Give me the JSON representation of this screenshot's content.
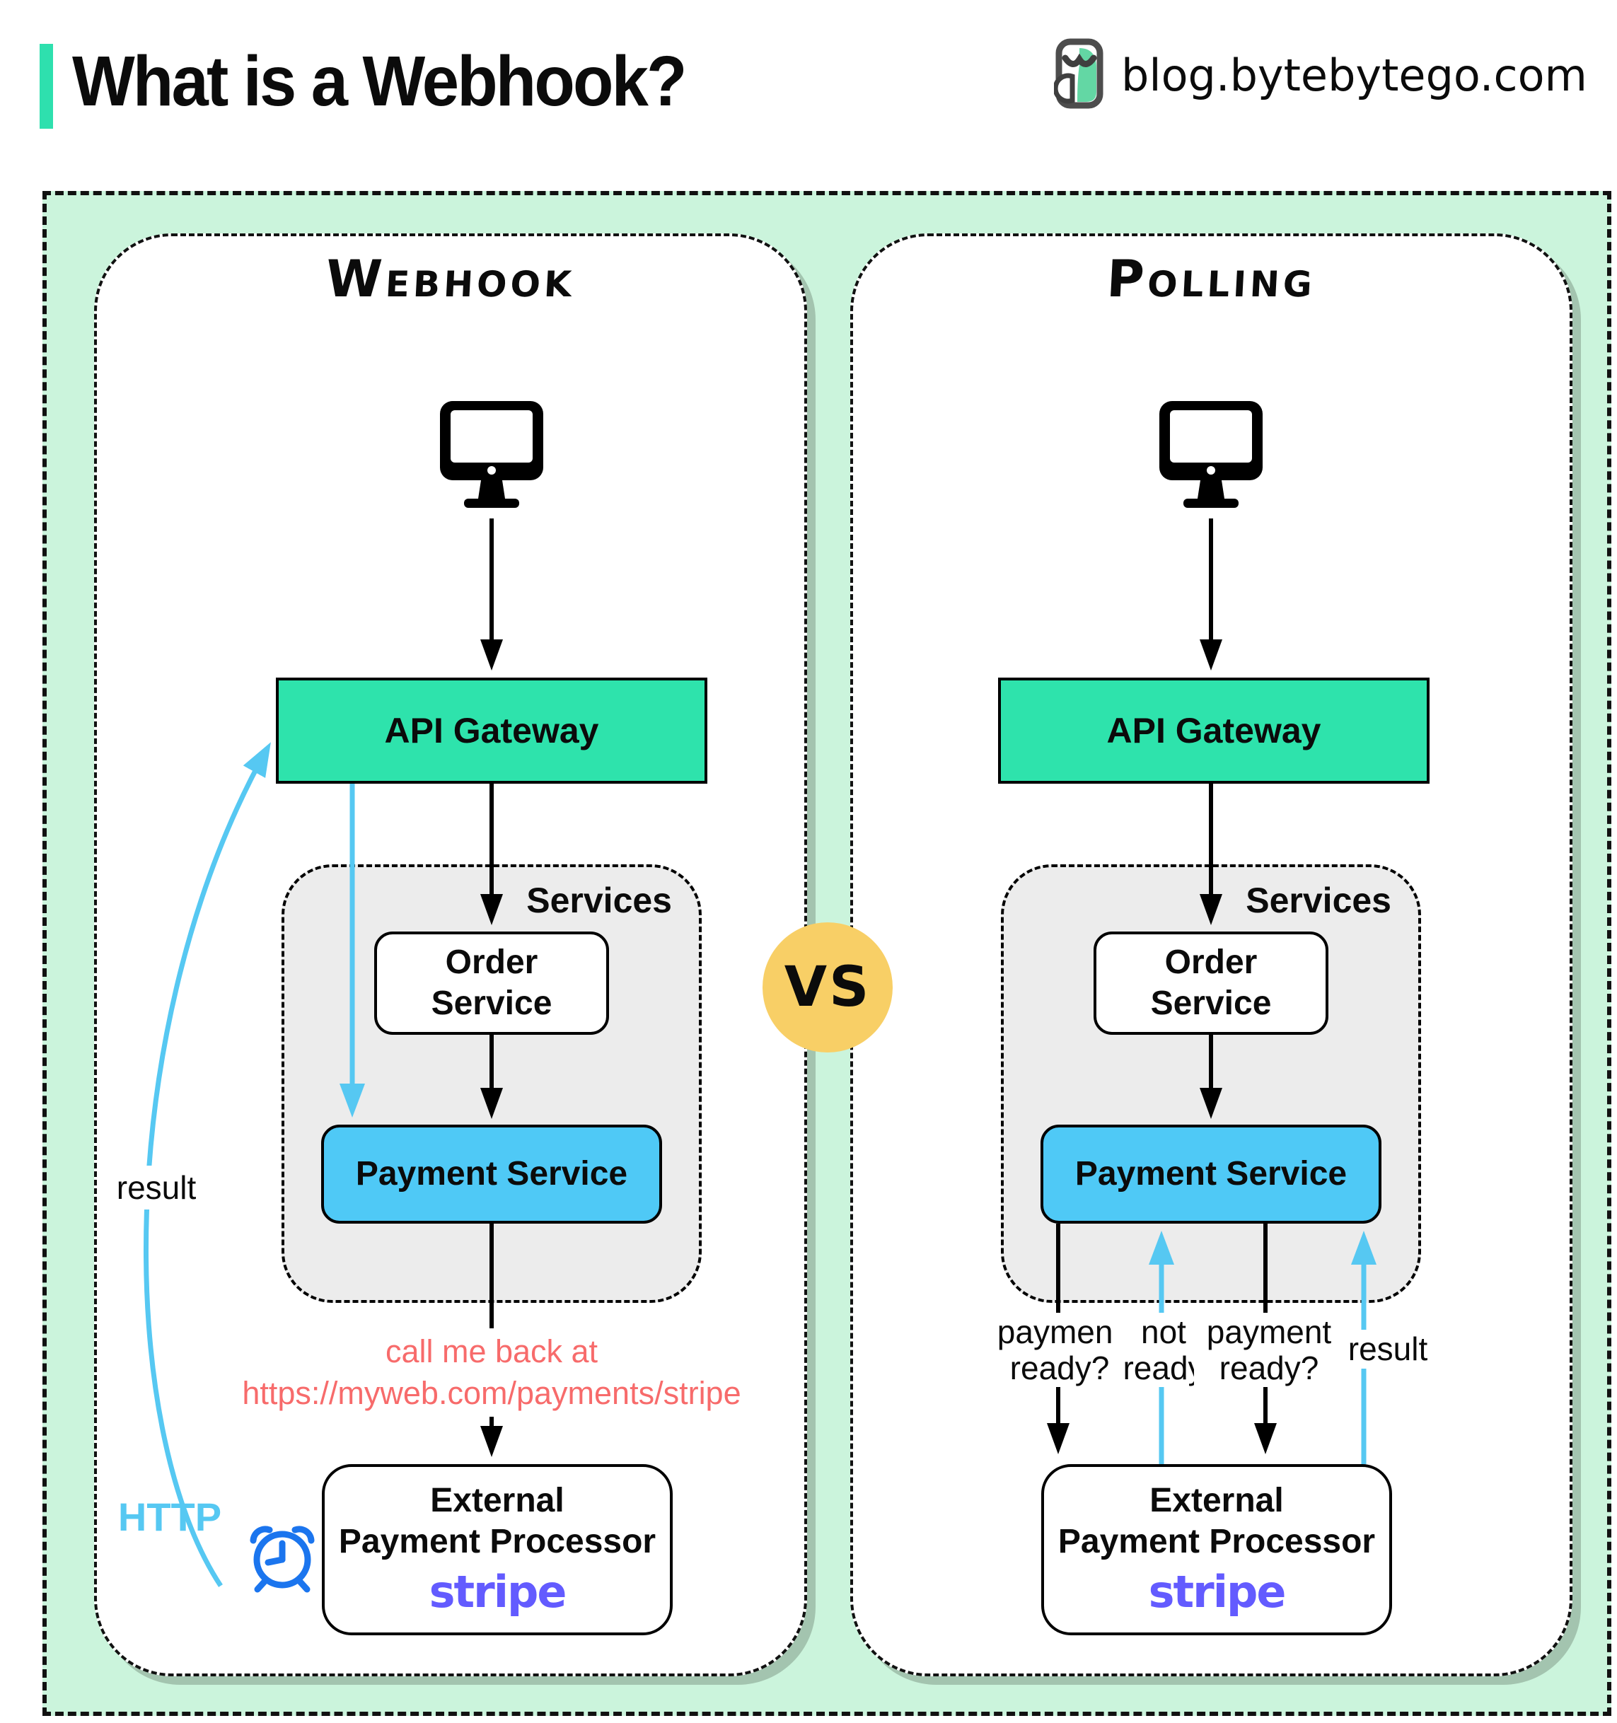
{
  "header": {
    "title": "What is a Webhook?",
    "site": "blog.bytebytego.com",
    "logo_icon": "bytebytego-owl-logo",
    "accent_color": "#2EE0AE"
  },
  "vs_badge": "VS",
  "panels": {
    "webhook": {
      "title": "Webhook",
      "client_icon": "desktop-computer-icon",
      "api_gateway": "API Gateway",
      "services_group": "Services",
      "order_service": {
        "line1": "Order",
        "line2": "Service"
      },
      "payment_service": "Payment Service",
      "external_processor": {
        "line1": "External",
        "line2": "Payment Processor",
        "brand": "stripe"
      },
      "callback_note": {
        "line1": "call me back at",
        "line2": "https://myweb.com/payments/stripe"
      },
      "result_label": "result",
      "http_label": "HTTP",
      "timer_icon": "alarm-clock-icon"
    },
    "polling": {
      "title": "Polling",
      "client_icon": "desktop-computer-icon",
      "api_gateway": "API Gateway",
      "services_group": "Services",
      "order_service": {
        "line1": "Order",
        "line2": "Service"
      },
      "payment_service": "Payment Service",
      "external_processor": {
        "line1": "External",
        "line2": "Payment Processor",
        "brand": "stripe"
      },
      "poll_exchange": {
        "q1": {
          "line1": "payment",
          "line2": "ready?"
        },
        "a1": {
          "line1": "not",
          "line2": "ready"
        },
        "q2": {
          "line1": "payment",
          "line2": "ready?"
        },
        "result": "result"
      }
    }
  },
  "colors": {
    "mint_bg": "#CBF4DC",
    "teal_box": "#2EE3AC",
    "blue_box": "#4FC9F6",
    "services_gray": "#ECECEC",
    "vs_yellow": "#F8CF66",
    "note_red": "#F76B6B",
    "stripe_purple": "#635BFF",
    "arrow_blue": "#56C8F2",
    "clock_blue": "#1B75EE",
    "panel_shadow": "#A3C4AF",
    "accent": "#2EE0AE"
  }
}
